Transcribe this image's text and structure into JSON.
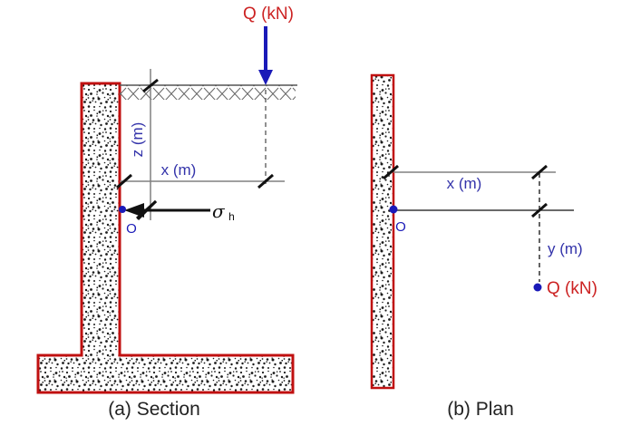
{
  "colors": {
    "wall_outline": "#c01010",
    "load_label_red": "#cc2222",
    "dimension_blue": "#3333aa",
    "marker_blue": "#1a1ab8",
    "line_gray": "#808080",
    "ground_gray": "#555555",
    "ink_black": "#111111",
    "caption_black": "#222222"
  },
  "section": {
    "caption": "(a) Section",
    "load_label": "Q (kN)",
    "depth_dimension_label": "z (m)",
    "horizontal_dimension_label": "x (m)",
    "stress_symbol": "σ",
    "stress_subscript": "h",
    "point_label": "O"
  },
  "plan": {
    "caption": "(b) Plan",
    "load_label": "Q (kN)",
    "horizontal_dimension_label": "x (m)",
    "vertical_dimension_label": "y (m)",
    "point_label": "O"
  }
}
